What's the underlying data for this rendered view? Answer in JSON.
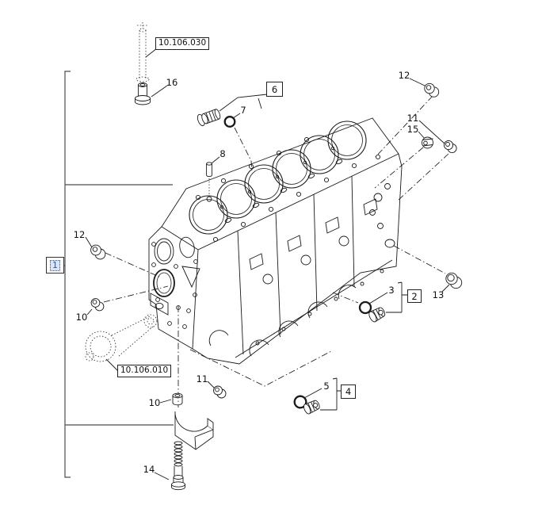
{
  "diagram": {
    "background_color": "#ffffff",
    "line_color": "#1a1a1a",
    "selection_color": "#1e50c8",
    "bracket_color": "#4d4d4d",
    "selected_assembly": {
      "text": "1"
    },
    "ref_labels": [
      {
        "text": "10.106.030"
      },
      {
        "text": "10.106.010"
      }
    ],
    "boxed_callouts": [
      {
        "text": "6"
      },
      {
        "text": "2"
      },
      {
        "text": "4"
      }
    ],
    "callouts": [
      {
        "text": "16"
      },
      {
        "text": "12"
      },
      {
        "text": "11"
      },
      {
        "text": "15"
      },
      {
        "text": "7"
      },
      {
        "text": "8"
      },
      {
        "text": "12"
      },
      {
        "text": "10"
      },
      {
        "text": "3"
      },
      {
        "text": "13"
      },
      {
        "text": "11"
      },
      {
        "text": "5"
      },
      {
        "text": "10"
      },
      {
        "text": "14"
      }
    ]
  }
}
